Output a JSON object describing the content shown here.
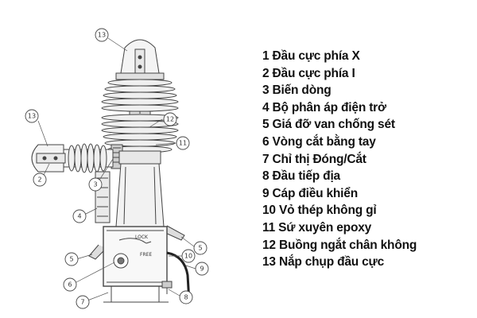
{
  "legend": [
    "1 Đầu cực phía X",
    "2 Đầu cực phía I",
    "3 Biến dòng",
    "4 Bộ phân áp điện trở",
    "5 Giá đỡ van chống sét",
    "6 Vòng cắt bằng tay",
    "7 Chỉ thị Đóng/Cắt",
    "8 Đầu tiếp địa",
    "9 Cáp điều khiển",
    "10 Vỏ thép không gỉ",
    "11 Sứ xuyên epoxy",
    "12 Buồng ngắt chân không",
    "13 Nắp chụp đầu cực"
  ],
  "callouts": {
    "c13a": "13",
    "c13b": "13",
    "c12": "12",
    "c11": "11",
    "c2": "2",
    "c3": "3",
    "c4": "4",
    "c5a": "5",
    "c5b": "5",
    "c10": "10",
    "c9": "9",
    "c6": "6",
    "c7": "7",
    "c8": "8"
  },
  "panel": {
    "lock": "LOCK",
    "free": "FREE"
  },
  "colors": {
    "line": "#444444",
    "fill": "#f4f4f4",
    "shade": "#d8d8d8",
    "text": "#111111"
  }
}
